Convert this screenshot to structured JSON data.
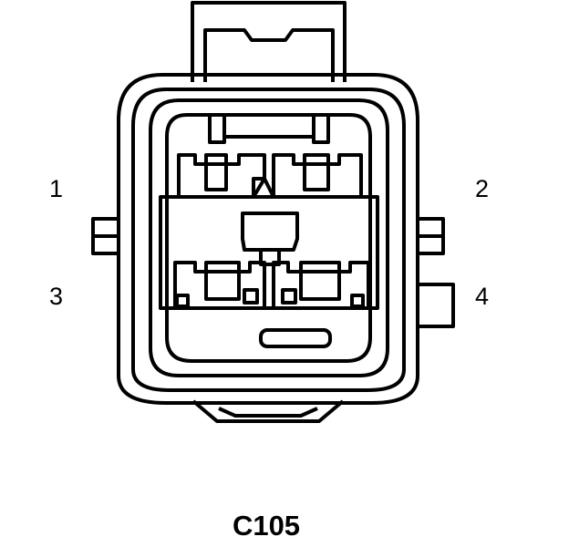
{
  "connector": {
    "id": "C105",
    "pins": [
      {
        "number": "1"
      },
      {
        "number": "2"
      },
      {
        "number": "3"
      },
      {
        "number": "4"
      }
    ]
  },
  "colors": {
    "line": "#000000",
    "background": "#ffffff"
  }
}
